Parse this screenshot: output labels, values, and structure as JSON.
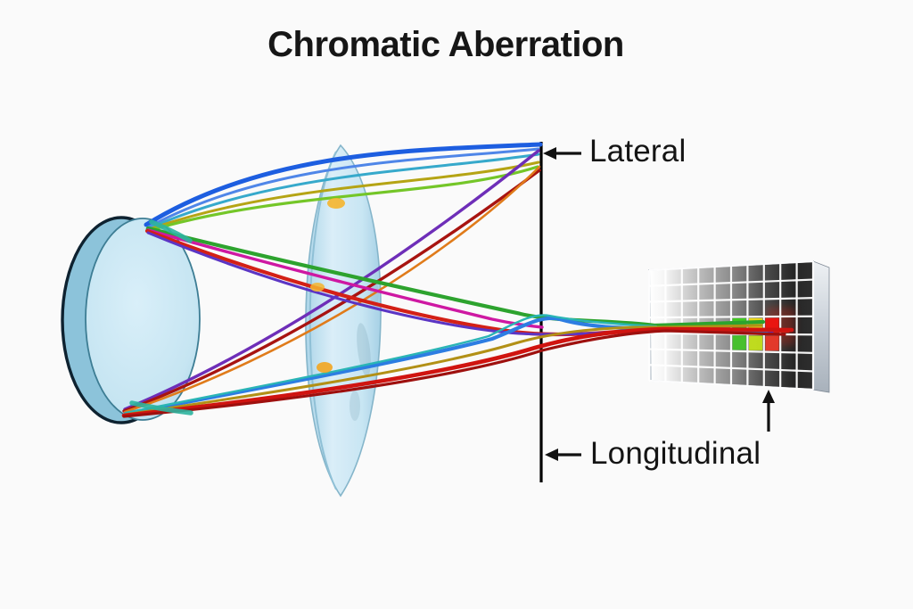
{
  "title": "Chromatic Aberration",
  "labels": {
    "lateral": "Lateral",
    "longitudinal": "Longitudinal"
  },
  "colors": {
    "background": "#fafafa",
    "ink": "#111111",
    "focal_line": "#000000",
    "lens_face": "#cde8f4",
    "lens_rim": "#8cc3da",
    "lens_outline": "#0e2230",
    "biconvex_fill_light": "#d9eef8",
    "biconvex_fill_dark": "#aed8ec",
    "biconvex_edge": "#7fb2c8",
    "sensor_grid_line": "#ffffff",
    "sensor_bevel_light": "#eef1f4",
    "sensor_bevel_dark": "#a8b1bb",
    "highlight_teal": "#2cb49e",
    "sparkle": "#f5b52e"
  },
  "rays": [
    {
      "name": "arc-blue-main",
      "color": "#1d5ee0",
      "width": 5.0
    },
    {
      "name": "arc-blue-soft",
      "color": "#4f86e8",
      "width": 3.0
    },
    {
      "name": "arc-cyan",
      "color": "#36a9cb",
      "width": 3.0
    },
    {
      "name": "arc-olive",
      "color": "#b5a414",
      "width": 3.0
    },
    {
      "name": "arc-lightgreen",
      "color": "#74c628",
      "width": 3.2
    },
    {
      "name": "steep-purple",
      "color": "#6e2eb8",
      "width": 3.4
    },
    {
      "name": "steep-darkred",
      "color": "#a81410",
      "width": 3.4
    },
    {
      "name": "steep-orange",
      "color": "#e07b1a",
      "width": 2.6
    },
    {
      "name": "mid-green",
      "color": "#2da32e",
      "width": 4.2
    },
    {
      "name": "mid-magenta",
      "color": "#ce18a2",
      "width": 3.4
    },
    {
      "name": "mid-red",
      "color": "#d32016",
      "width": 4.2
    },
    {
      "name": "mid-violet",
      "color": "#5b35c4",
      "width": 3.0
    },
    {
      "name": "flat-blue",
      "color": "#2d7de2",
      "width": 4.2
    },
    {
      "name": "flat-teal",
      "color": "#2ab5b5",
      "width": 2.4
    },
    {
      "name": "flat-olive",
      "color": "#b29016",
      "width": 3.0
    },
    {
      "name": "flat-red",
      "color": "#d01410",
      "width": 4.6
    },
    {
      "name": "flat-darkred",
      "color": "#9e100e",
      "width": 3.2
    }
  ],
  "sensor": {
    "columns": 10,
    "rows": 7,
    "grid_line_color": "#ffffff",
    "hot_pixels": [
      {
        "col": 5,
        "row": 3,
        "color": "#3fcc1f"
      },
      {
        "col": 6,
        "row": 3,
        "color": "#eedd17"
      },
      {
        "col": 7,
        "row": 3,
        "color": "#ee1510"
      },
      {
        "col": 5,
        "row": 4,
        "color": "#46c32b"
      },
      {
        "col": 6,
        "row": 4,
        "color": "#c3e01c"
      },
      {
        "col": 7,
        "row": 4,
        "color": "#e8392a"
      }
    ]
  }
}
